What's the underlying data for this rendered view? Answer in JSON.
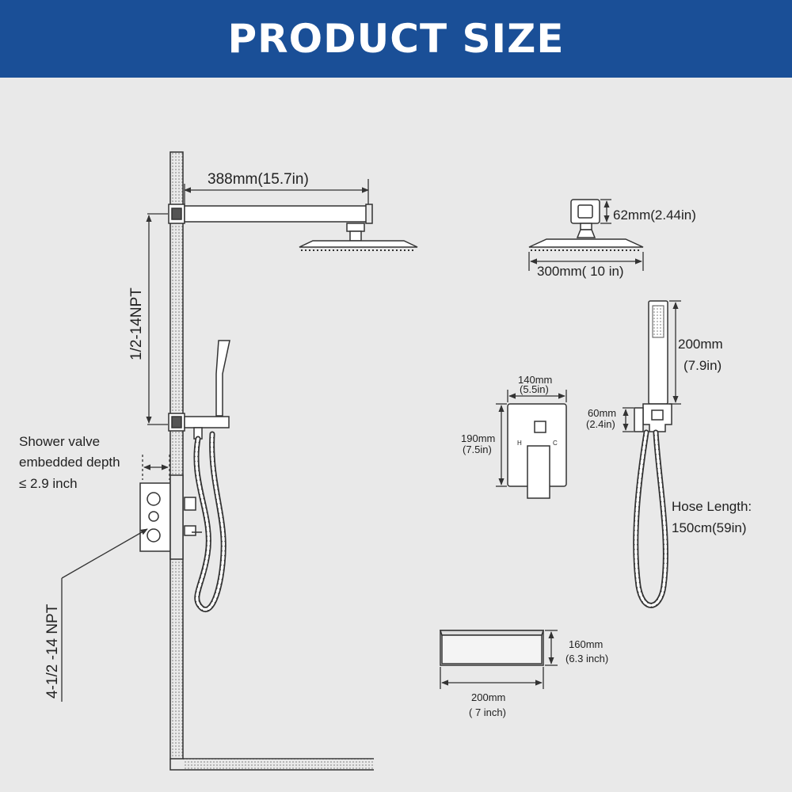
{
  "header": {
    "title": "PRODUCT SIZE"
  },
  "colors": {
    "banner": "#1a4f97",
    "background": "#e9e9e9",
    "line": "#333333"
  },
  "labels": {
    "arm_length": "388mm(15.7in)",
    "riser_thread": "1/2-14NPT",
    "valve_depth_line1": "Shower valve",
    "valve_depth_line2": "embedded depth",
    "valve_depth_line3": "≤ 2.9 inch",
    "valve_inlet_thread": "4-1/2 -14 NPT",
    "head_height": "62mm(2.44in)",
    "head_width": "300mm( 10 in)",
    "plate_width": "140mm",
    "plate_width_in": "(5.5in)",
    "plate_height": "190mm",
    "plate_height_in": "(7.5in)",
    "plate_hot": "H",
    "plate_cold": "C",
    "handheld_length": "200mm",
    "handheld_length_in": "(7.9in)",
    "holder_size": "60mm",
    "holder_size_in": "(2.4in)",
    "hose_line1": "Hose Length:",
    "hose_line2": "150cm(59in)",
    "box_height": "160mm",
    "box_height_in": "(6.3 inch)",
    "box_width": "200mm",
    "box_width_in": "( 7 inch)"
  }
}
